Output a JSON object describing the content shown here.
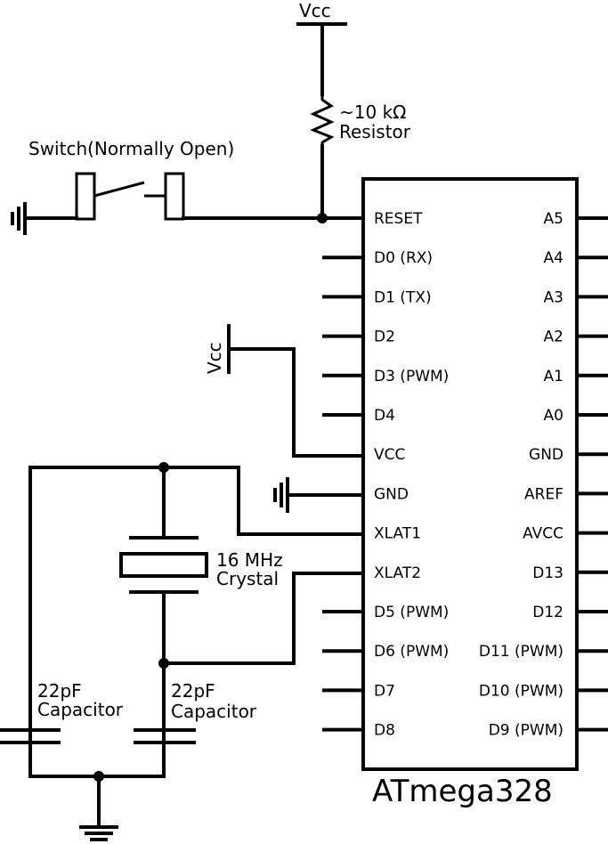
{
  "chip": {
    "name": "ATmega328",
    "left_pins": [
      "RESET",
      "D0 (RX)",
      "D1 (TX)",
      "D2",
      "D3 (PWM)",
      "D4",
      "VCC",
      "GND",
      "XLAT1",
      "XLAT2",
      "D5 (PWM)",
      "D6 (PWM)",
      "D7",
      "D8"
    ],
    "right_pins": [
      "A5",
      "A4",
      "A3",
      "A2",
      "A1",
      "A0",
      "GND",
      "AREF",
      "AVCC",
      "D13",
      "D12",
      "D11 (PWM)",
      "D10 (PWM)",
      "D9 (PWM)"
    ]
  },
  "labels": {
    "vcc_top": "Vcc",
    "vcc_side": "Vcc",
    "resistor_value": "~10 kΩ",
    "resistor_name": "Resistor",
    "switch": "Switch(Normally Open)",
    "crystal_value": "16 MHz",
    "crystal_name": "Crystal",
    "cap_left_value": "22pF",
    "cap_left_name": "Capacitor",
    "cap_right_value": "22pF",
    "cap_right_name": "Capacitor"
  }
}
